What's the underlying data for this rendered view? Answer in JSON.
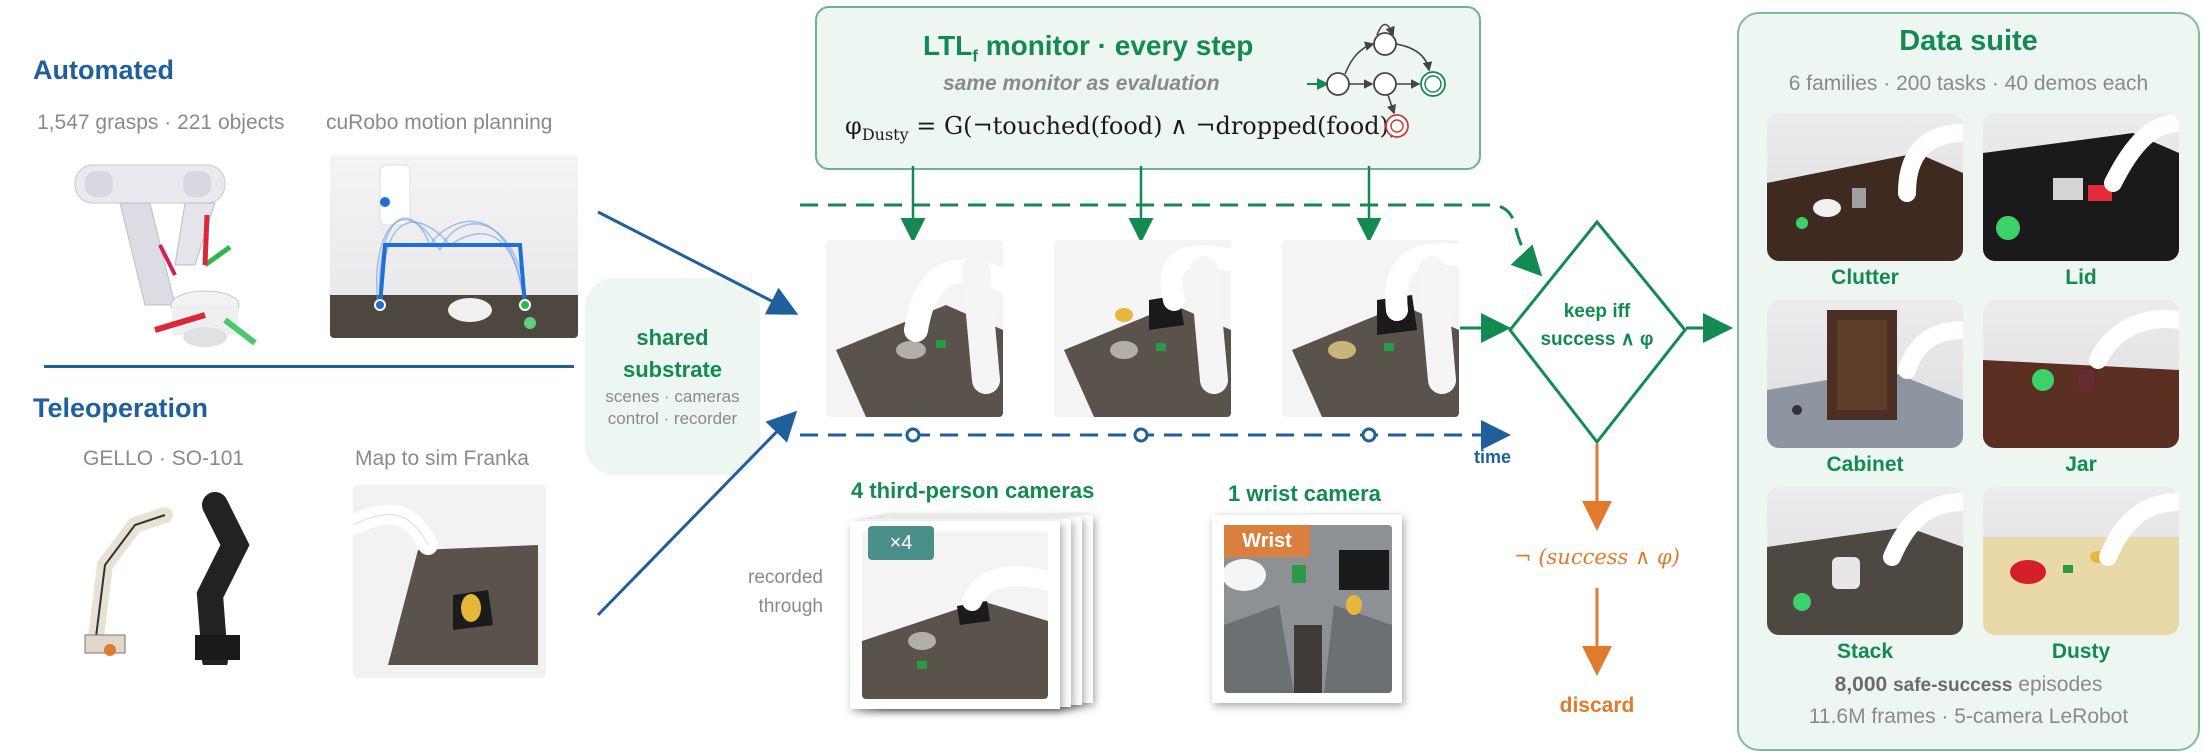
{
  "automated": {
    "title": "Automated",
    "grasps_caption": "1,547 grasps · 221 objects",
    "planning_caption": "cuRobo motion planning"
  },
  "teleop": {
    "title": "Teleoperation",
    "devices_caption": "GELLO · SO-101",
    "map_caption": "Map to sim Franka"
  },
  "substrate": {
    "title_line1": "shared",
    "title_line2": "substrate",
    "items_line1": "scenes · cameras",
    "items_line2": "control · recorder"
  },
  "monitor": {
    "title_main": "LTL",
    "title_sub": "f",
    "title_rest": "monitor · every step",
    "subtitle": "same monitor as evaluation",
    "formula_lhs": "φ",
    "formula_lhs_sub": "Dusty",
    "formula_rhs": "= G(¬touched(food) ∧ ¬dropped(food))"
  },
  "timeline": {
    "time_label": "time"
  },
  "cameras": {
    "third_person_title": "4 third-person cameras",
    "badge": "×4",
    "wrist_title": "1 wrist camera",
    "wrist_badge": "Wrist",
    "recorded_line1": "recorded",
    "recorded_line2": "through"
  },
  "filter": {
    "keep_line1": "keep iff",
    "keep_line2": "success ∧ φ",
    "reject_label": "¬ (success ∧ φ)",
    "discard_label": "discard"
  },
  "suite": {
    "title": "Data suite",
    "subtitle": "6 families · 200 tasks · 40 demos each",
    "families": [
      "Clutter",
      "Lid",
      "Cabinet",
      "Jar",
      "Stack",
      "Dusty"
    ],
    "episodes_bold": "8,000",
    "episodes_mid": "safe-success",
    "episodes_rest": "episodes",
    "frames_line": "11.6M frames · 5-camera LeRobot"
  },
  "colors": {
    "blue": "#1f5f9c",
    "green": "#138a52",
    "orange": "#e07a2c",
    "panel": "#eef6f1"
  }
}
